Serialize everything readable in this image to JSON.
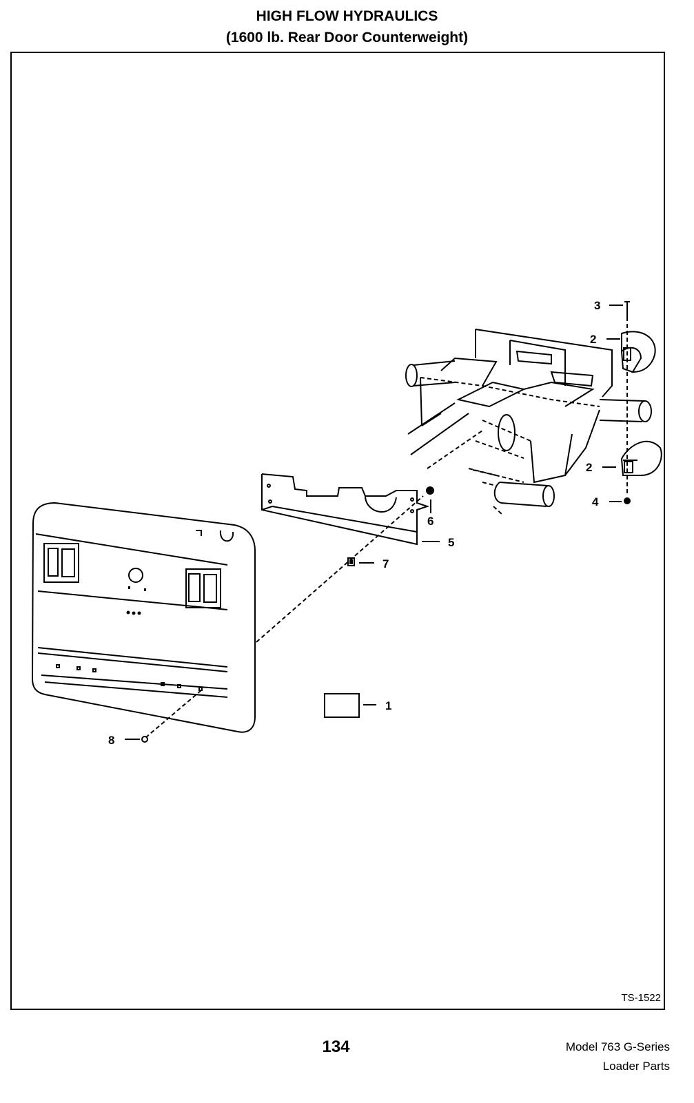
{
  "header": {
    "title": "HIGH FLOW HYDRAULICS",
    "subtitle": "(1600 lb. Rear Door Counterweight)"
  },
  "diagram": {
    "callouts": [
      "1",
      "2",
      "2",
      "3",
      "4",
      "5",
      "6",
      "7",
      "8"
    ],
    "figure_ref": "TS-1522"
  },
  "footer": {
    "page_number": "134",
    "model_line1": "Model 763 G-Series",
    "model_line2": "Loader Parts"
  }
}
